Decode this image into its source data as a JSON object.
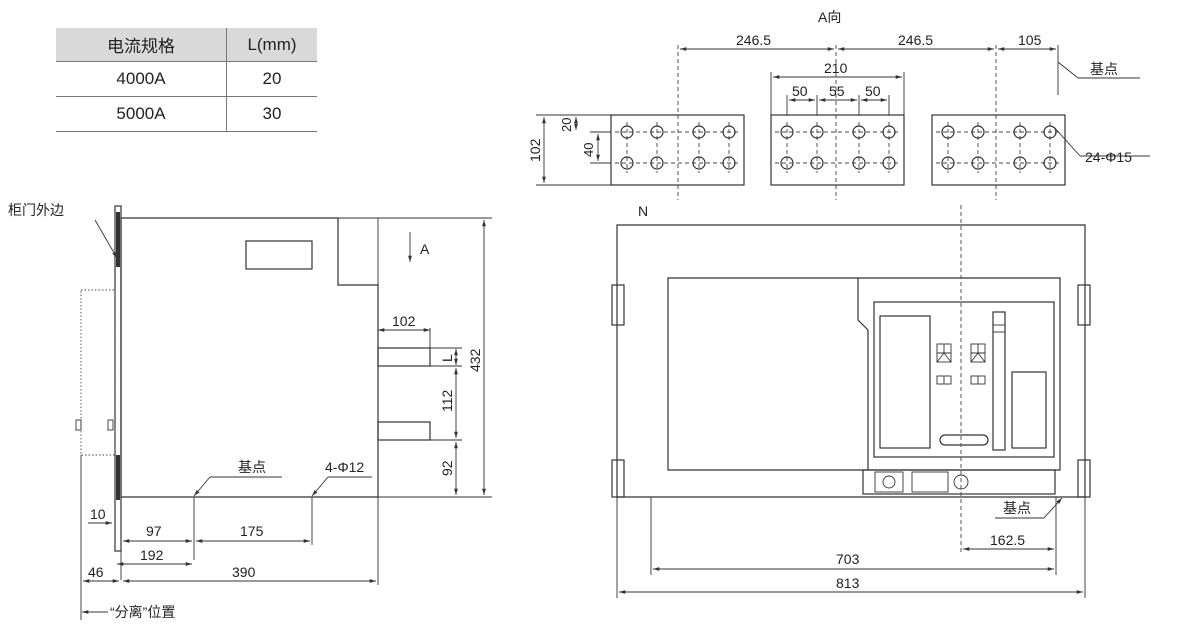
{
  "table": {
    "headers": [
      "电流规格",
      "L(mm)"
    ],
    "rows": [
      [
        "4000A",
        "20"
      ],
      [
        "5000A",
        "30"
      ]
    ]
  },
  "side_view": {
    "door_label": "柜门外边",
    "direction_label": "A",
    "datum_label": "基点",
    "hole_label": "4-Φ12",
    "dims": {
      "d102": "102",
      "dL": "L",
      "d432": "432",
      "d112": "112",
      "d92": "92",
      "d10": "10",
      "d97": "97",
      "d175": "175",
      "d192": "192",
      "d390": "390",
      "d46": "46"
    },
    "isolated_label": "“分离”位置"
  },
  "a_view": {
    "title": "A向",
    "dims": {
      "d246a": "246.5",
      "d246b": "246.5",
      "d105": "105",
      "d210": "210",
      "d50a": "50",
      "d55": "55",
      "d50b": "50",
      "d102": "102",
      "d20": "20",
      "d40": "40"
    },
    "datum_label": "基点",
    "holes_label": "24-Φ15"
  },
  "front_view": {
    "n_label": "N",
    "datum_label": "基点",
    "dims": {
      "d703": "703",
      "d813": "813",
      "d162": "162.5"
    }
  }
}
